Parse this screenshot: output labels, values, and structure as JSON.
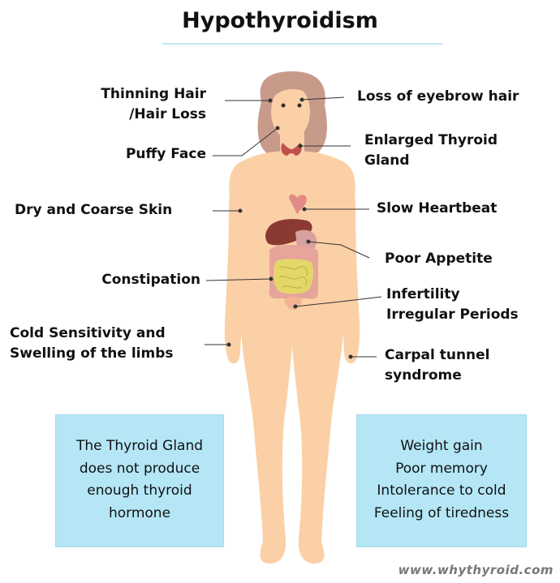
{
  "title": "Hypothyroidism",
  "labels_left": {
    "thinning_hair": [
      "Thinning Hair",
      "/Hair Loss"
    ],
    "puffy_face": "Puffy Face",
    "dry_skin": "Dry and Coarse Skin",
    "constipation": "Constipation",
    "cold_sensitivity": [
      "Cold Sensitivity and",
      "Swelling of the limbs"
    ]
  },
  "labels_right": {
    "eyebrow": "Loss of eyebrow hair",
    "thyroid": [
      "Enlarged Thyroid",
      "Gland"
    ],
    "heartbeat": "Slow Heartbeat",
    "appetite": "Poor Appetite",
    "infertility": [
      "Infertility",
      "Irregular Periods"
    ],
    "carpal": [
      "Carpal tunnel",
      "syndrome"
    ]
  },
  "box_left": [
    "The Thyroid Gland",
    "does not produce",
    "enough thyroid",
    "hormone"
  ],
  "box_right": [
    "Weight gain",
    "Poor memory",
    "Intolerance to cold",
    "Feeling of tiredness"
  ],
  "footer": "www.whythyroid.com",
  "colors": {
    "skin": "#fbd0a6",
    "hair": "#c89a8a",
    "thyroid": "#c0504d",
    "liver": "#8b3a32",
    "intestine": "#e3d76a",
    "box": "#b4e6f6",
    "title_rule": "#bfe6f4"
  }
}
